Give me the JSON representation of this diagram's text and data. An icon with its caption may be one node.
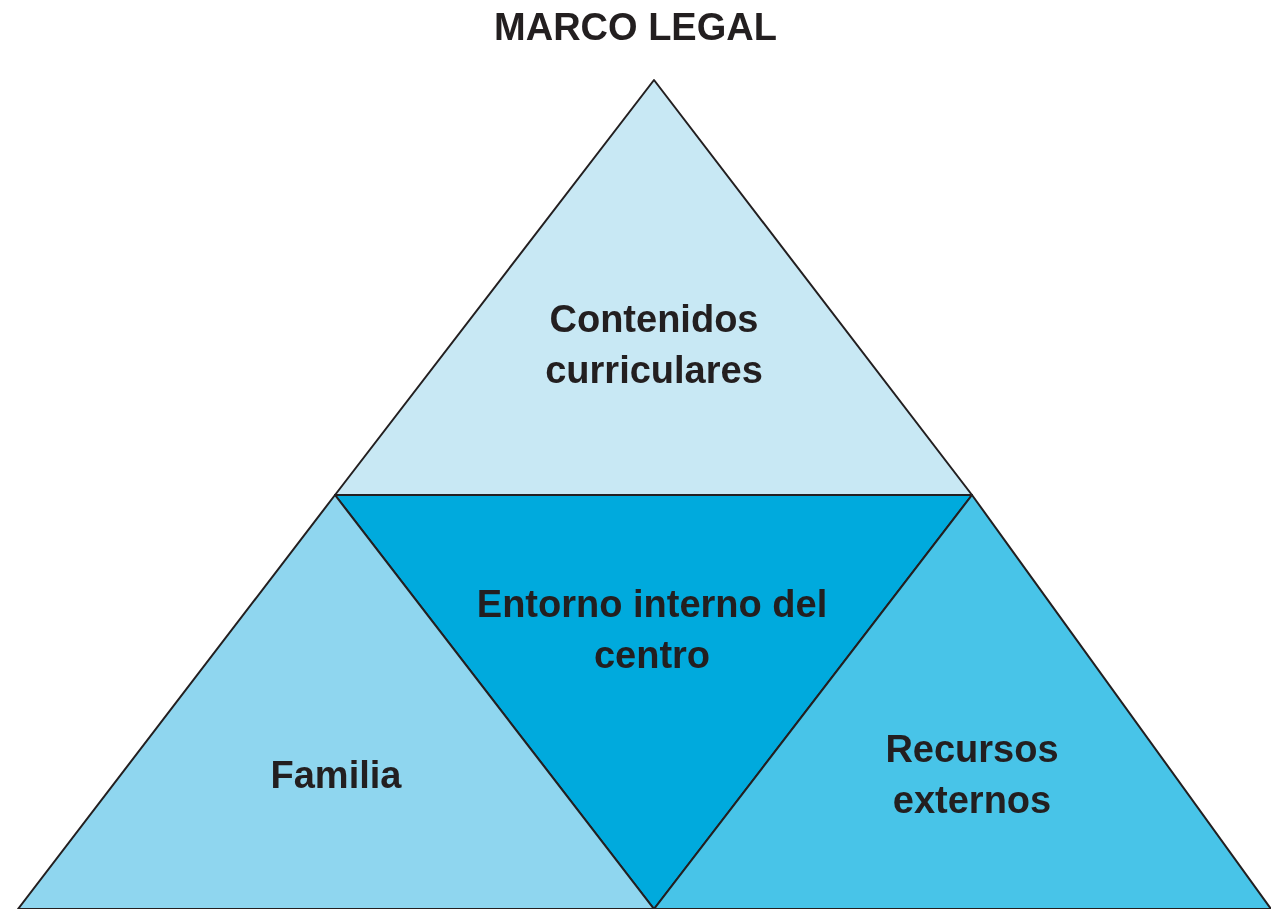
{
  "diagram": {
    "title": "MARCO LEGAL",
    "nodes": [
      {
        "text": [
          "Contenidos curriculares"
        ]
      },
      {
        "text": [
          "Entorno interno del centro"
        ]
      },
      {
        "text": [
          "Familia"
        ]
      },
      {
        "text": [
          "Recursos externos"
        ]
      }
    ]
  }
}
